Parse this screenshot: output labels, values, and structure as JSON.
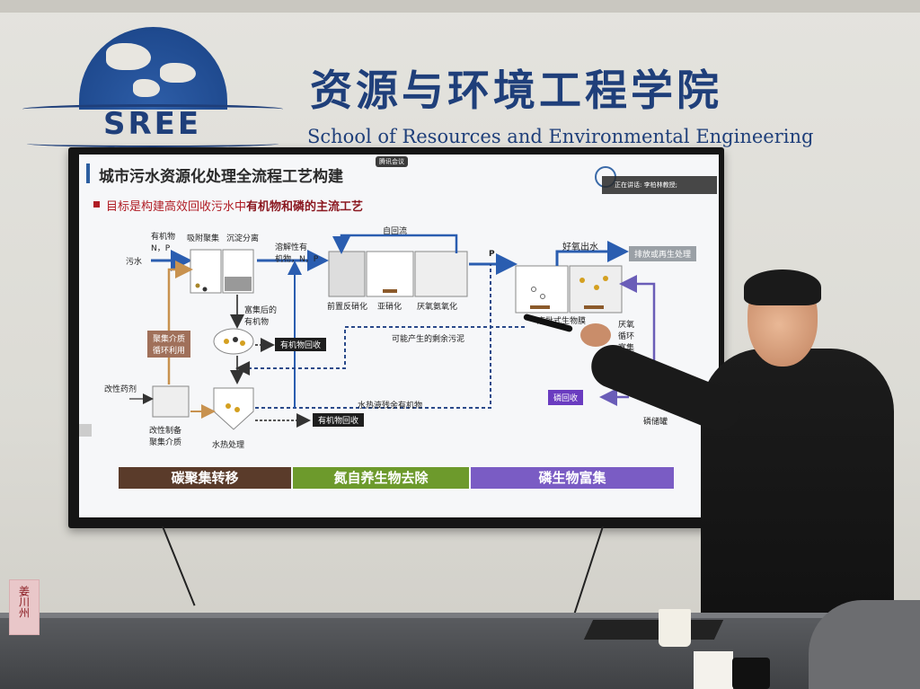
{
  "wall": {
    "logo_text": "SREE",
    "institute_cn": "资源与环境工程学院",
    "institute_en": "School of Resources and Environmental Engineering"
  },
  "slide": {
    "title": "城市污水资源化处理全流程工艺构建",
    "subtitle_prefix": "目标是构建高效回收污水中",
    "subtitle_bold": "有机物和磷的主流工艺",
    "meeting_chip": "腾讯会议",
    "speaker_label": "正在讲话: 李柏林教授;",
    "labels": {
      "organics_np": "有机物\nN，P",
      "adsorb": "吸附聚集",
      "settle": "沉淀分离",
      "wastewater": "污水",
      "dissolved": "溶解性有\n机物，N，P",
      "internal_return": "自回流",
      "p": "P",
      "aerobic_effluent": "好氧出水",
      "discharge": "排放或再生处理",
      "pre_denit": "前置反硝化",
      "nitrit": "亚硝化",
      "anammox": "厌氧氨氧化",
      "sbr": "序批式生物膜",
      "enriched": "富集后的\n有机物",
      "organic_recovery_1": "有机物回收",
      "excess_sludge": "可能产生的剩余污泥",
      "media_recycle": "聚集介质\n循环利用",
      "modifier": "改性药剂",
      "hydro_residual": "水热液残余有机物",
      "organic_recovery_2": "有机物回收",
      "prep_media": "改性制备\n聚集介质",
      "hydrothermal": "水热处理",
      "anaerobic_loop": "厌氧\n循环\n富集",
      "p_recovery": "磷回收",
      "p_tank": "磷储罐"
    },
    "bands": [
      {
        "label": "碳聚集转移",
        "color": "#5a3b2a"
      },
      {
        "label": "氮自养生物去除",
        "color": "#6d9a2c"
      },
      {
        "label": "磷生物富集",
        "color": "#7a5cc4"
      }
    ]
  },
  "room": {
    "nameplate": "姜川州"
  }
}
